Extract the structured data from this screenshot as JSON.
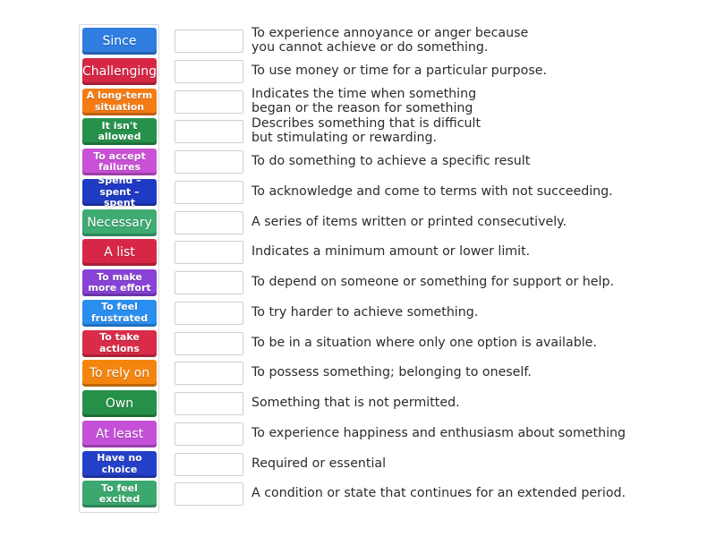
{
  "colors": {
    "blue": "#2f7de1",
    "red": "#d72746",
    "orange": "#f57c14",
    "green": "#26914a",
    "magenta": "#c951d6",
    "navy": "#1f3bc4",
    "teal": "#3dab72",
    "purple": "#8842d6",
    "lightblue": "#2a8ef0",
    "crimson": "#d92c48",
    "amber": "#f4860f",
    "dkgreen": "#268f48",
    "violet": "#c450d8",
    "royal": "#2540c8",
    "mint": "#3aa86f"
  },
  "tiles": [
    {
      "label": "Since",
      "color": "#2f7de1"
    },
    {
      "label": "Challenging",
      "color": "#d72746"
    },
    {
      "label": "A long-term\nsituation",
      "color": "#f57c14"
    },
    {
      "label": "It isn't\nallowed",
      "color": "#26914a"
    },
    {
      "label": "To accept\nfailures",
      "color": "#c951d6"
    },
    {
      "label": "Spend –\nspent – spent",
      "color": "#1f3bc4"
    },
    {
      "label": "Necessary",
      "color": "#3dab72"
    },
    {
      "label": "A list",
      "color": "#d72746"
    },
    {
      "label": "To make\nmore effort",
      "color": "#8842d6"
    },
    {
      "label": "To feel\nfrustrated",
      "color": "#2a8ef0"
    },
    {
      "label": "To take\nactions",
      "color": "#d92c48"
    },
    {
      "label": "To rely on",
      "color": "#f4860f"
    },
    {
      "label": "Own",
      "color": "#268f48"
    },
    {
      "label": "At least",
      "color": "#c450d8"
    },
    {
      "label": "Have no\nchoice",
      "color": "#2540c8"
    },
    {
      "label": "To feel\nexcited",
      "color": "#3aa86f"
    }
  ],
  "definitions": [
    "To experience annoyance or anger because\nyou cannot achieve or do something.",
    "To use money or time for a particular purpose.",
    "Indicates the time when something\nbegan or the reason for something",
    "Describes something that is difficult\nbut stimulating or rewarding.",
    "To do something to achieve a specific result",
    "To acknowledge and come to terms with not succeeding.",
    "A series of items written or printed consecutively.",
    "Indicates a minimum amount or lower limit.",
    "To depend on someone or something for support or help.",
    "To try harder to achieve something.",
    "To be in a situation where only one option is available.",
    "To possess something; belonging to oneself.",
    "Something that is not permitted.",
    "To experience happiness and enthusiasm about something",
    "Required or essential",
    "A condition or state that continues for an extended period."
  ]
}
